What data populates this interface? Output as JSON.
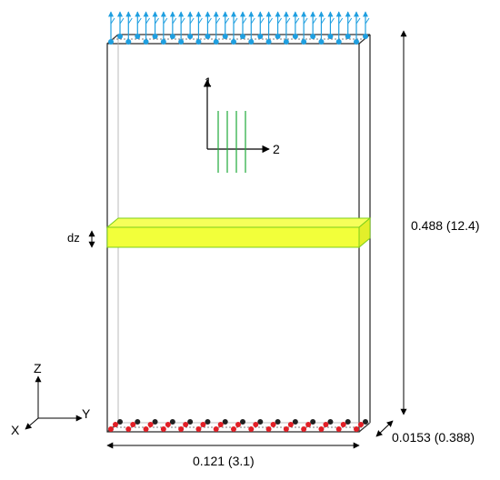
{
  "labels": {
    "height_dim": "0.488 (12.4)",
    "width_dim": "0.121 (3.1)",
    "thickness_dim": "0.0153 (0.388)",
    "slice_label": "dz",
    "axis_1": "1",
    "axis_2": "2",
    "global_z": "Z",
    "global_y": "Y",
    "global_x": "X"
  },
  "colors": {
    "load_arrows": "#1f9fe0",
    "top_nodes": "#1f9fe0",
    "bottom_nodes_front": "#e21f26",
    "bottom_nodes_back": "#222222",
    "slice_fill": "#f2ff3a",
    "slice_edge": "#7ccf1a",
    "fiber_lines": "#1faa3a",
    "specimen_outline": "#333333"
  }
}
